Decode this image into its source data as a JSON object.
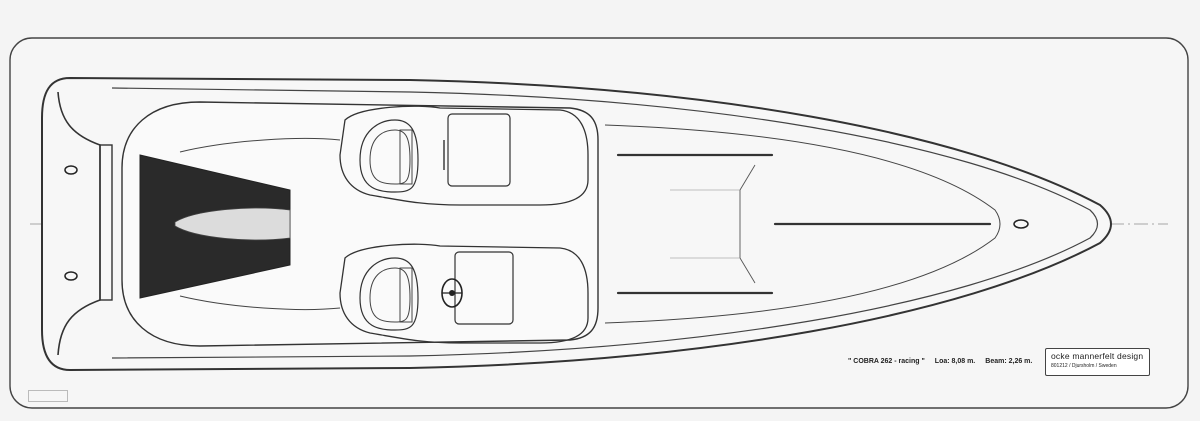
{
  "title_block": {
    "model": "\" COBRA 262 - racing \"",
    "loa": "Loa: 8,08 m.",
    "beam": "Beam: 2,26 m.",
    "designer": "ocke mannerfelt design",
    "address": "801212 / Djursholm / Sweden"
  },
  "colors": {
    "paper": "#f4f4f4",
    "line": "#3a3a3a",
    "deck_fill": "#f8f8f8",
    "dark_panel": "#2a2a2a"
  },
  "icons": [
    "cleat-icon",
    "steering-wheel-icon",
    "seat-icon"
  ]
}
